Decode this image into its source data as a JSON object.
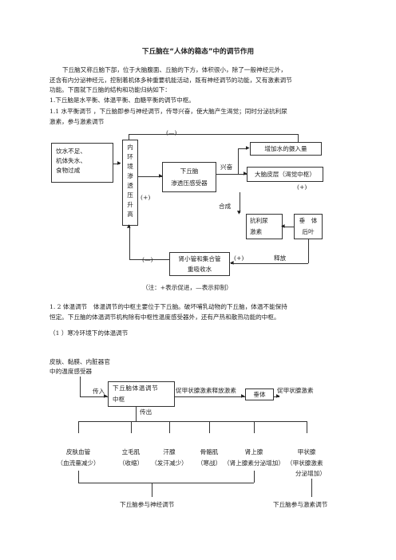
{
  "title": "下丘脑在“人体的稳态”中的调节作用",
  "intro": [
    "下丘脑又称丘脑下部，位于大脑腹面、丘脑的下方，体积很小，除了一般神经元外，",
    "还含有内分泌神经元，控制着机体多种重要机能活动，既有神经调节的功能，又有激素调节",
    "功能。下面就下丘脑的结构和功能归纳如下："
  ],
  "point1": "1.下丘脑是水平衡、体温平衡、血糖平衡的调节中枢。",
  "point11": [
    "1.1 水平衡调节 ，下丘脑即参与神经调节，传导兴奋，使大脑产生渴觉；同时分泌抗利尿",
    "激素，参与激素调节"
  ],
  "d1": {
    "minus_top": "(—)",
    "stimulus": [
      "饮水不足、",
      "机体失水、",
      "食物过咸"
    ],
    "osm_chars": [
      "内",
      "环",
      "境",
      "渗",
      "透",
      "压",
      "升",
      "高"
    ],
    "plus_left": "(+)",
    "receptor": [
      "下丘脑",
      "渗透压感受器"
    ],
    "excite": "兴奋",
    "drink": "增加水的摄入量",
    "cortex": "大脑皮层（渴觉中枢）",
    "plus_cortex": "(+)",
    "synth": "合成",
    "adh": [
      "抗利尿",
      "激素"
    ],
    "pituitary": [
      "垂　体",
      "后叶"
    ],
    "kidney": [
      "肾小管和集合管",
      "重吸收水"
    ],
    "minus_bottom": "(—)",
    "plus_bottom": "(+)",
    "release": "释放",
    "note": "（注：+表示促进，—表示抑制）"
  },
  "point12": [
    "1. 2 体温调节　体温调节的中枢主要位于下丘脑。破坏哺乳动物的下丘脑，体温不能保持",
    "恒定。下丘脑的体温调节机构除有中枢性温度感受器外，还有产热和散热功能的中枢。"
  ],
  "point12a": "（1 ）寒冷环境下的体温调节",
  "d2": {
    "receptors": [
      "皮肤、黏膜、内脏器官",
      "中的温度感受器"
    ],
    "in": "传入",
    "center": [
      "下丘脑体温调节",
      "中枢"
    ],
    "trh": "促甲状腺激素释放激素",
    "pit": "垂体",
    "tsh": "促甲状腺激素",
    "out": "传出",
    "effectors": [
      {
        "name": "皮肤血管",
        "detail": "（血流量减少）"
      },
      {
        "name": "立毛肌",
        "detail": "（收缩）"
      },
      {
        "name": "汗腺",
        "detail": "（发汗减少）"
      },
      {
        "name": "骨骼肌",
        "detail": "（寒战）"
      },
      {
        "name": "肾上腺",
        "detail": "（肾上腺素分泌增加）"
      },
      {
        "name": "甲状腺",
        "detail": "（甲状腺激素",
        "detail2": "分泌增加）"
      }
    ],
    "label_neural": "下丘脑参与神经调节",
    "label_hormone": "下丘脑参与激素调节"
  }
}
